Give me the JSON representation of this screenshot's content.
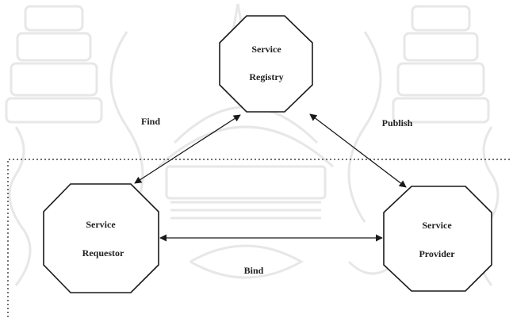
{
  "diagram": {
    "nodes": {
      "registry": {
        "line1": "Service",
        "line2": "Registry"
      },
      "requestor": {
        "line1": "Service",
        "line2": "Requestor"
      },
      "provider": {
        "line1": "Service",
        "line2": "Provider"
      }
    },
    "edges": {
      "find": "Find",
      "publish": "Publish",
      "bind": "Bind"
    }
  },
  "colors": {
    "ink": "#1a1a1a",
    "watermark": "#d9d9d9",
    "background": "#ffffff"
  }
}
